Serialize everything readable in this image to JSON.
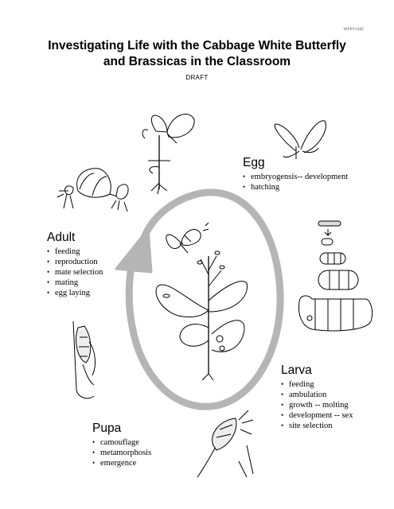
{
  "document": {
    "code": "WFPV2402",
    "title_line1": "Investigating Life with the Cabbage White Butterfly",
    "title_line2": "and Brassicas in the Classroom",
    "status": "DRAFT"
  },
  "stages": {
    "egg": {
      "name": "Egg",
      "items": [
        "embryogensis-- development",
        "hatching"
      ]
    },
    "adult": {
      "name": "Adult",
      "items": [
        "feeding",
        "reproduction",
        "mate selection",
        "mating",
        "egg laying"
      ]
    },
    "larva": {
      "name": "Larva",
      "items": [
        "feeding",
        "ambulation",
        "growth -- molting",
        "development -- sex",
        "site selection"
      ]
    },
    "pupa": {
      "name": "Pupa",
      "items": [
        "camouflage",
        "metamorphosis",
        "emergence"
      ]
    }
  },
  "illustrations": {
    "cycle_arrow": "cycle-arrow",
    "center": "butterfly-on-brassica-plant",
    "egg": "butterfly-laying-egg-on-leaf",
    "adult": "mating-butterflies",
    "larva": "larva-growth-stages",
    "pupa_left": "pupa-on-stem",
    "pupa_bottom": "pupa-on-stem",
    "colors": {
      "ink": "#000000",
      "arrow": "#b5b5b5"
    }
  }
}
